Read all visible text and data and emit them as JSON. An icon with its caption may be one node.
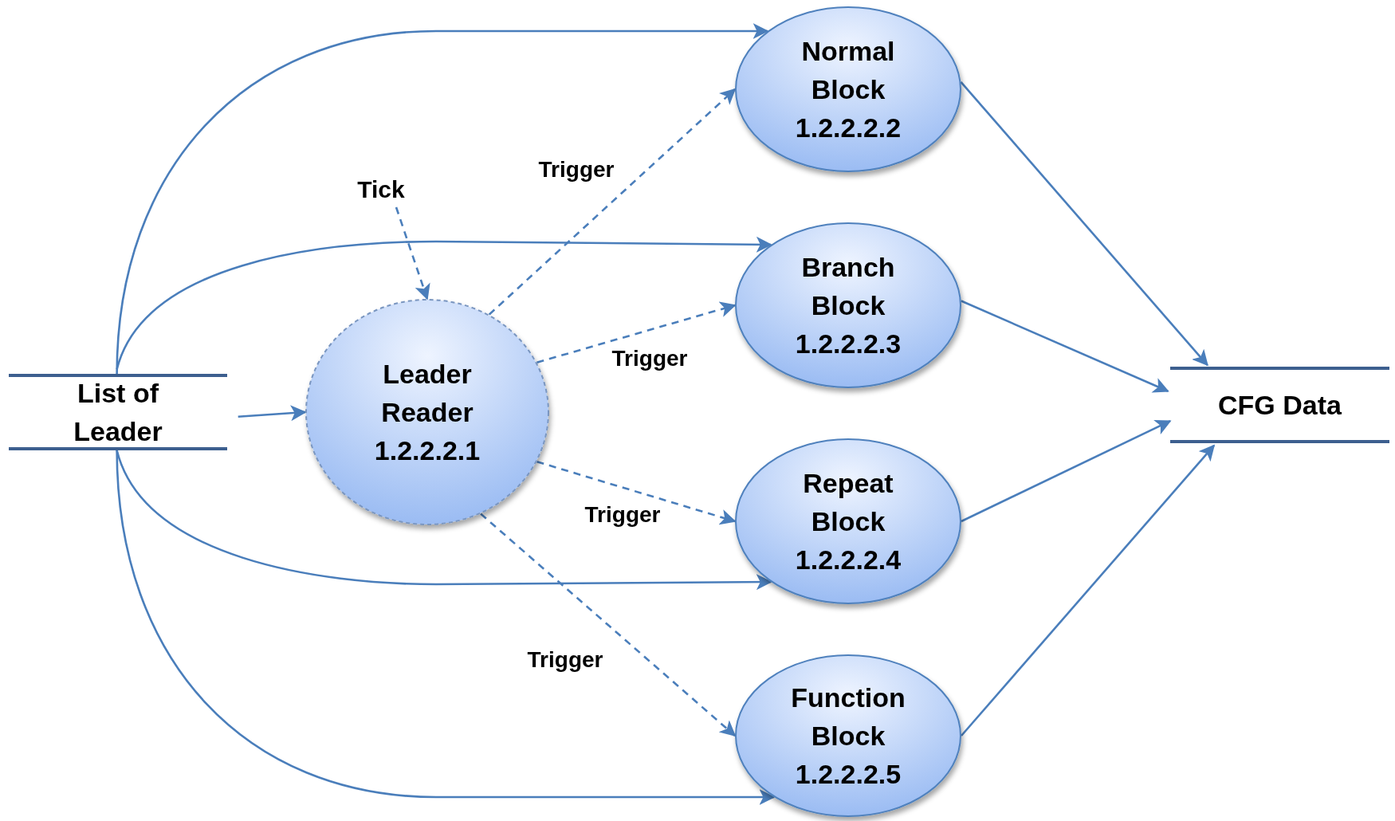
{
  "diagram": {
    "nodes": [
      {
        "text": [
          "List of Leader"
        ]
      },
      {
        "text": [
          "Tick"
        ]
      },
      {
        "text": [
          "Leader Reader",
          "1.2.2.2.1"
        ]
      },
      {
        "text": [
          "Normal Block",
          "1.2.2.2.2"
        ]
      },
      {
        "text": [
          "Branch Block",
          "1.2.2.2.3"
        ]
      },
      {
        "text": [
          "Repeat Block",
          "1.2.2.2.4"
        ]
      },
      {
        "text": [
          "Function Block",
          "1.2.2.2.5"
        ]
      },
      {
        "text": [
          "CFG Data"
        ]
      }
    ],
    "edges": [
      {
        "from": 0,
        "to": 3,
        "arrow": "to"
      },
      {
        "from": 0,
        "to": 4,
        "arrow": "to"
      },
      {
        "from": 1,
        "to": 2,
        "arrow": "to",
        "style": "dashed"
      },
      {
        "from": 0,
        "to": 2,
        "arrow": "to"
      },
      {
        "from": 2,
        "to": 3,
        "arrow": "to",
        "style": "dashed",
        "label": "Trigger"
      },
      {
        "from": 2,
        "to": 4,
        "arrow": "to",
        "style": "dashed",
        "label": "Trigger"
      },
      {
        "from": 2,
        "to": 5,
        "arrow": "to",
        "style": "dashed",
        "label": "Trigger"
      },
      {
        "from": 2,
        "to": 6,
        "arrow": "to",
        "style": "dashed",
        "label": "Trigger"
      },
      {
        "from": 0,
        "to": 5,
        "arrow": "to"
      },
      {
        "from": 0,
        "to": 6,
        "arrow": "to"
      },
      {
        "from": 3,
        "to": 7,
        "arrow": "to"
      },
      {
        "from": 4,
        "to": 7,
        "arrow": "to"
      },
      {
        "from": 5,
        "to": 7,
        "arrow": "to"
      },
      {
        "from": 6,
        "to": 7,
        "arrow": "to"
      }
    ]
  }
}
